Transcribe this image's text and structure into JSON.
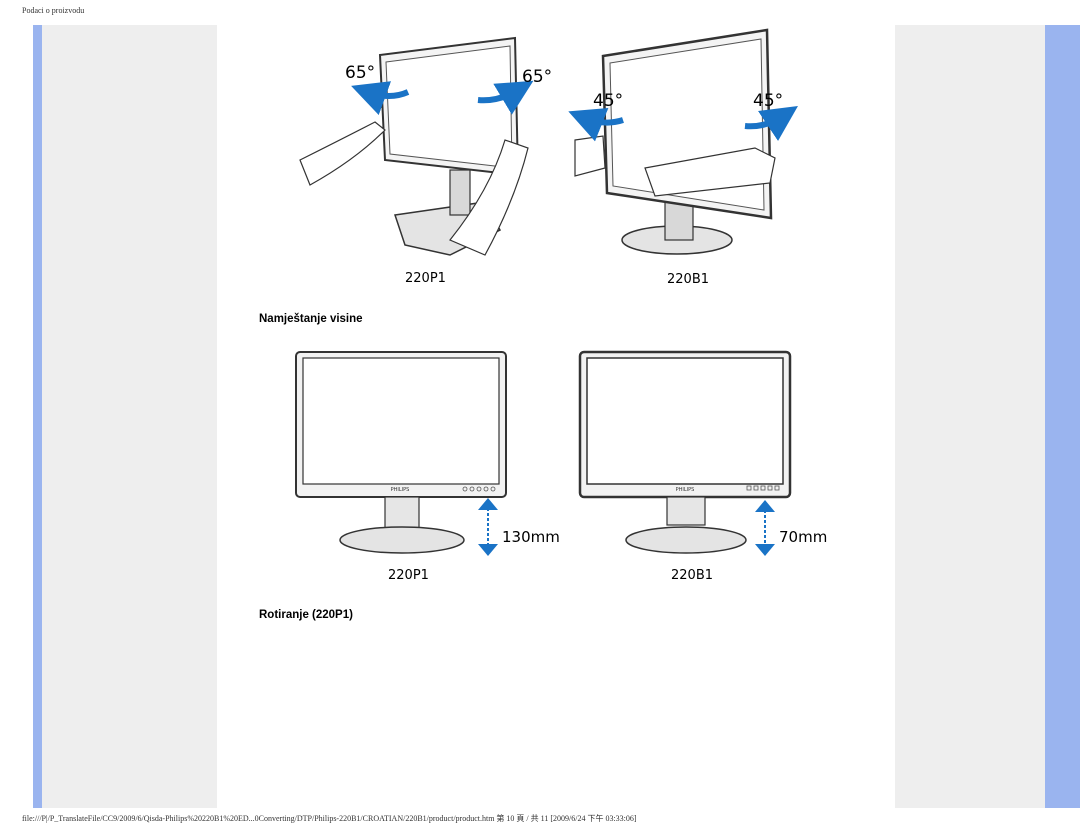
{
  "page": {
    "header": "Podaci o proizvodu",
    "footer": "file:///P|/P_TranslateFile/CC9/2009/6/Qisda-Philips%20220B1%20ED...0Converting/DTP/Philips-220B1/CROATIAN/220B1/product/product.htm 第 10 頁 / 共 11 [2009/6/24 下午 03:33:06]"
  },
  "swivel": {
    "left": {
      "angle_left": "65°",
      "angle_right": "65°",
      "model": "220P1"
    },
    "right": {
      "angle_left": "45°",
      "angle_right": "45°",
      "model": "220B1"
    }
  },
  "height": {
    "heading": "Namještanje visine",
    "left": {
      "model": "220P1",
      "range": "130mm",
      "brand": "PHILIPS"
    },
    "right": {
      "model": "220B1",
      "range": "70mm",
      "brand": "PHILIPS"
    }
  },
  "rotation": {
    "heading": "Rotiranje (220P1)"
  },
  "colors": {
    "arrow": "#1a73c6",
    "stripe": "#9ab4ef",
    "panel": "#eeeeee"
  }
}
